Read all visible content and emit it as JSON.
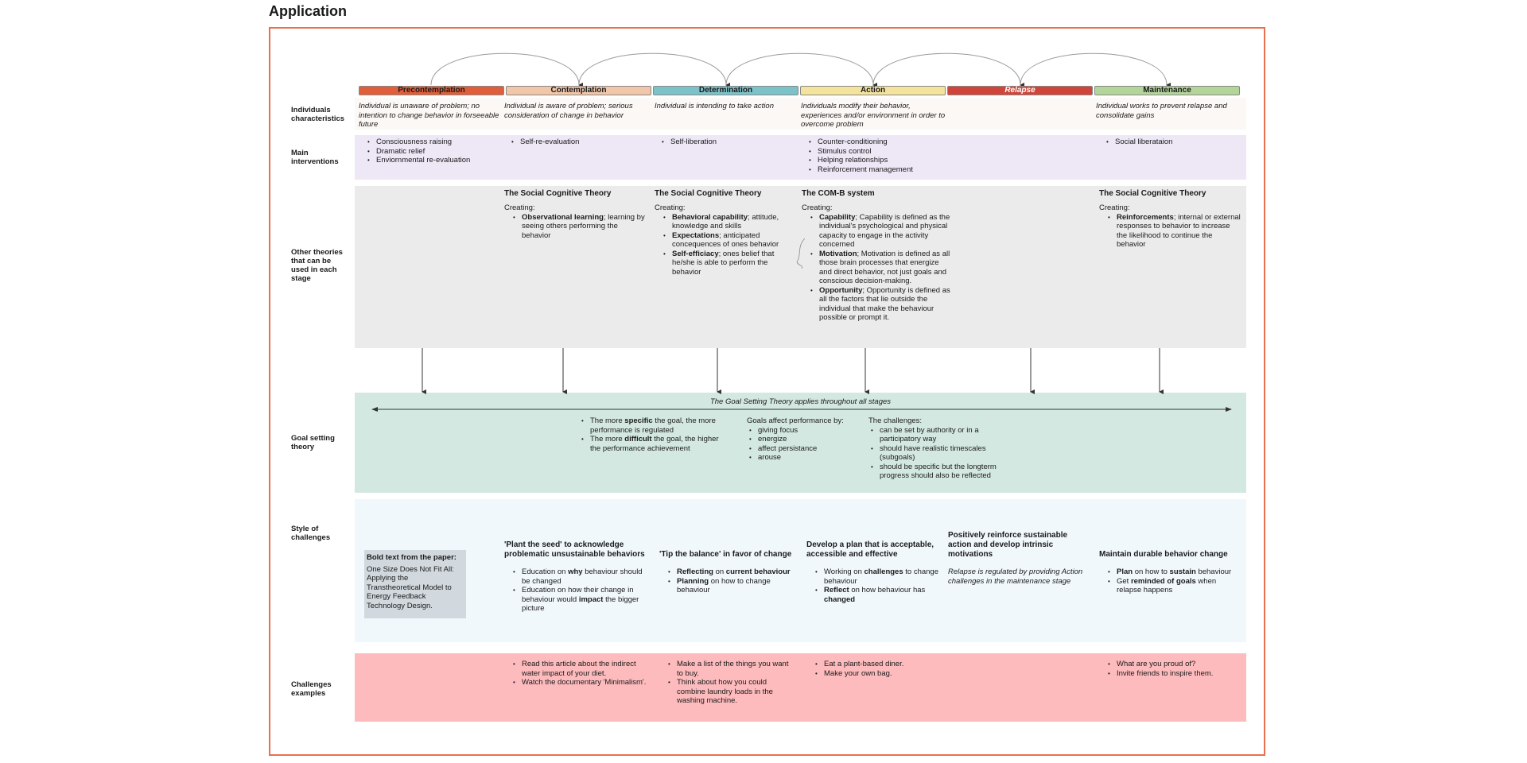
{
  "page_title": "Application",
  "colors": {
    "frame": "#e8704d",
    "characteristics_band": "#fcf8f5",
    "interventions_band": "#ede7f6",
    "theories_band": "#ebebeb",
    "goal_band": "#d4e8e2",
    "style_band": "#f1f8fc",
    "examples_band": "#fdbbbd",
    "paper_box": "#d2d9de"
  },
  "stages": [
    {
      "label": "Precontemplation",
      "color": "#e05f3a",
      "text_color": "#1a1a1a",
      "italic": false
    },
    {
      "label": "Contemplation",
      "color": "#f2c6a8",
      "text_color": "#1a1a1a",
      "italic": false
    },
    {
      "label": "Determination",
      "color": "#7cc3c9",
      "text_color": "#1a1a1a",
      "italic": false
    },
    {
      "label": "Action",
      "color": "#f3e39d",
      "text_color": "#1a1a1a",
      "italic": false
    },
    {
      "label": "Relapse",
      "color": "#d0453a",
      "text_color": "#ffffff",
      "italic": true
    },
    {
      "label": "Maintenance",
      "color": "#b4d59a",
      "text_color": "#1a1a1a",
      "italic": false
    }
  ],
  "row_labels": {
    "characteristics": "Individuals characteristics",
    "interventions": "Main interventions",
    "theories": "Other theories that can be used in each stage",
    "goal": "Goal setting theory",
    "style": "Style of challenges",
    "examples": "Challenges examples"
  },
  "characteristics": {
    "precontemplation": "Individual is unaware of problem; no intention to change behavior in forseeable future",
    "contemplation": "Individual is aware of problem; serious consideration of change in behavior",
    "determination": "Individual is intending to take action",
    "action": "Individuals modify their behavior, experiences and/or environment in order to overcome problem",
    "maintenance": "Individual works to prevent relapse and consolidate gains"
  },
  "interventions": {
    "precontemplation": [
      "Consciousness raising",
      "Dramatic relief",
      "Enviornmental re-evaluation"
    ],
    "contemplation": [
      "Self-re-evaluation"
    ],
    "determination": [
      "Self-liberation"
    ],
    "action": [
      "Counter-conditioning",
      "Stimulus control",
      "Helping relationships",
      "Reinforcement management"
    ],
    "maintenance": [
      "Social liberataion"
    ]
  },
  "theories": {
    "creating_label": "Creating:",
    "contemplation": {
      "title": "The Social Cognitive Theory",
      "items": [
        {
          "bold": "Observational learning",
          "rest": "; learning by seeing others performing the behavior"
        }
      ]
    },
    "determination": {
      "title": "The Social Cognitive Theory",
      "items": [
        {
          "bold": "Behavioral capability",
          "rest": "; attitude, knowledge and skills"
        },
        {
          "bold": "Expectations",
          "rest": "; anticipated concequences of ones behavior"
        },
        {
          "bold": "Self-efficiacy",
          "rest": "; ones belief that he/she is able to perform the behavior"
        }
      ]
    },
    "action": {
      "title": "The COM-B system",
      "items": [
        {
          "bold": "Capability",
          "rest": "; Capability is defined as the individual's psychological and physical capacity to engage in the activity concerned"
        },
        {
          "bold": "Motivation",
          "rest": "; Motivation is defined as all those brain processes that energize and direct behavior, not just goals and conscious decision-making."
        },
        {
          "bold": "Opportunity",
          "rest": "; Opportunity is defined as all the factors that lie outside the individual that make the behaviour possible or prompt it."
        }
      ]
    },
    "maintenance": {
      "title": "The Social Cognitive Theory",
      "items": [
        {
          "bold": "Reinforcements",
          "rest": "; internal or external responses to behavior to increase the likelihood to continue the behavior"
        }
      ]
    }
  },
  "goal_setting": {
    "banner": "The Goal Setting Theory applies throughout all stages",
    "col1": [
      {
        "pre": "The more ",
        "bold": "specific",
        "post": " the goal, the more performance is regulated"
      },
      {
        "pre": "The more ",
        "bold": "difficult",
        "post": " the goal, the higher the performance achievement"
      }
    ],
    "col2_heading": "Goals affect performance by:",
    "col2": [
      "giving focus",
      "energize",
      "affect persistance",
      "arouse"
    ],
    "col3_heading": "The challenges:",
    "col3": [
      "can be set by authority or in a participatory way",
      "should have realistic timescales (subgoals)",
      "should be specific but the longterm progress should also be reflected"
    ]
  },
  "style": {
    "paper_box_title": "Bold text from the paper:",
    "paper_box_text": "One Size Does Not Fit All: Applying the Transtheoretical Model to Energy Feedback Technology Design.",
    "contemplation": {
      "title": "'Plant the seed' to acknowledge problematic unsustainable behaviors",
      "items": [
        {
          "pre": "Education on ",
          "bold": "why",
          "post": " behaviour should be changed"
        },
        {
          "pre": "Education on how their change in behaviour would ",
          "bold": "impact",
          "post": " the bigger picture"
        }
      ]
    },
    "determination": {
      "title": "'Tip the balance' in favor of change",
      "items": [
        {
          "pre": "",
          "bold": "Reflecting",
          "post": " on ",
          "bold2": "current behaviour"
        },
        {
          "pre": "",
          "bold": "Planning",
          "post": " on how to change behaviour"
        }
      ]
    },
    "action": {
      "title": "Develop a plan that is acceptable, accessible and effective",
      "items": [
        {
          "pre": "Working on ",
          "bold": "challenges",
          "post": " to change behaviour"
        },
        {
          "pre": "",
          "bold": "Reflect",
          "post": " on how behaviour has ",
          "bold2": "changed"
        }
      ]
    },
    "relapse": {
      "title": "Positively reinforce sustainable action and develop intrinsic motivations",
      "note": "Relapse is regulated by providing Action challenges in the maintenance stage"
    },
    "maintenance": {
      "title": "Maintain durable behavior change",
      "items": [
        {
          "pre": "",
          "bold": "Plan",
          "post": " on how to ",
          "bold2": "sustain",
          "post2": " behaviour"
        },
        {
          "pre": "Get ",
          "bold": "reminded of goals",
          "post": " when relapse happens"
        }
      ]
    }
  },
  "examples": {
    "contemplation": [
      "Read this article about the indirect water impact of your diet.",
      "Watch the documentary 'Minimalism'."
    ],
    "determination": [
      "Make a list of the things you want to buy.",
      "Think about how you could combine laundry loads in the washing machine."
    ],
    "action": [
      "Eat a plant-based diner.",
      "Make your own bag."
    ],
    "maintenance": [
      "What are you proud of?",
      "Invite friends to inspire them."
    ]
  }
}
